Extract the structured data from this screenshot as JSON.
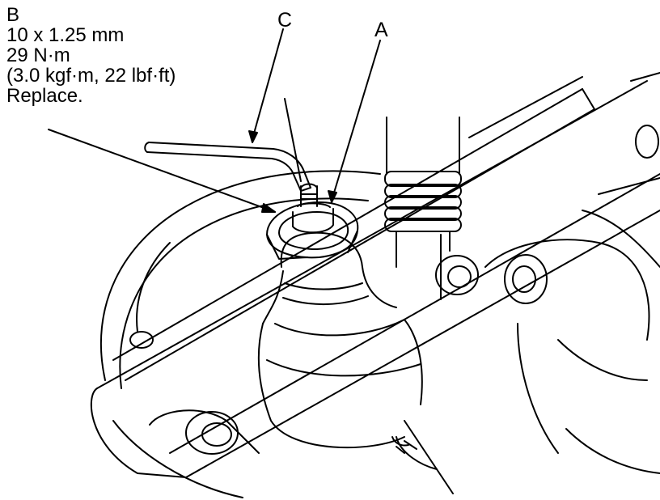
{
  "callout_b": {
    "letter": "B",
    "size": "10 x 1.25 mm",
    "torque_nm": "29 N·m",
    "torque_alt": "(3.0 kgf·m, 22 lbf·ft)",
    "note": "Replace."
  },
  "labels": {
    "a": "A",
    "c": "C"
  },
  "colors": {
    "ink": "#000000",
    "paper": "#ffffff"
  }
}
